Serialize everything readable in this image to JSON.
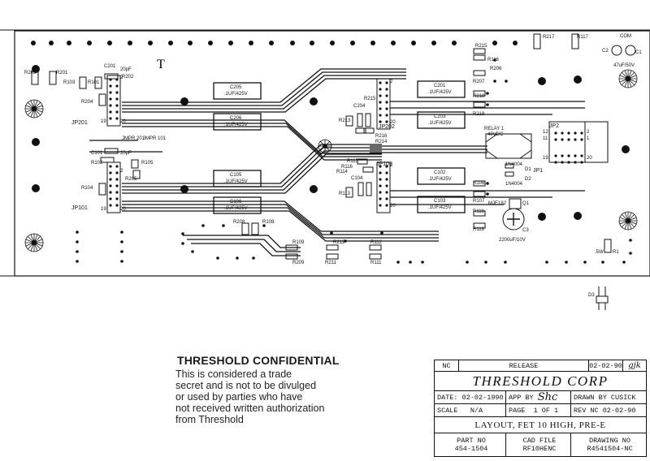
{
  "board": {
    "marker": "T",
    "labels": {
      "r203": "R203",
      "r201": "R201",
      "r103": "R103",
      "r101": "R101",
      "c201": "C201",
      "c201v": "20pF",
      "r202": "R202",
      "r204": "R204",
      "jp201": "JP201",
      "jmpr201": "JMPR 201",
      "jmpr101": "JMPR 101",
      "c101": "C101",
      "c101v": "20pF",
      "r102": "R102",
      "r105": "R105",
      "r205": "R205",
      "r104": "R104",
      "jp101": "JP101",
      "c205": "C205",
      "c205v": ".1UF/425V",
      "c206": "C206",
      "c206v": ".1UF/425V",
      "c105": "C105",
      "c105v": ".1UF/425V",
      "c106": "C106",
      "c106v": ".1UF/425V",
      "c201b": "C201",
      "c201bv": ".1UF/425V",
      "c203": "C203",
      "c203v": ".1UF/425V",
      "c102": "C102",
      "c102v": ".1UF/425V",
      "c103": "C103",
      "c103v": ".1UF/425V",
      "r215": "R215",
      "c204": "C204",
      "r213": "R213",
      "jp202": "JP202",
      "r216": "R216",
      "r214": "R214",
      "r115": "R115",
      "r116": "R116",
      "r114": "R114",
      "jp102": "JP102",
      "c104": "C104",
      "r113": "R113",
      "r218": "R218",
      "r219": "R219",
      "r106": "R106",
      "r107": "R107",
      "r118": "R118",
      "r119": "R119",
      "r206": "R206",
      "r207": "R207",
      "r215t": "R215",
      "r116t": "R116",
      "r217": "R217",
      "r117": "R117",
      "com": "COM",
      "c2": "C2",
      "c1": "C1",
      "c12v": "47uF/50V",
      "relay": "RELAY 1",
      "relayv": "48VDC",
      "jp2": "JP2",
      "jp1": "JP1",
      "d1": "D1",
      "d2": "D2",
      "d1t": "1N4004",
      "d2t": "1N4004",
      "mje": "MJE182",
      "q1": "Q1",
      "c3": "C3",
      "c3v": "2200uF/10V",
      "r208": "R208",
      "r108": "R108",
      "r109": "R109",
      "r209": "R209",
      "r212": "R212",
      "r211": "R211",
      "r112": "R112",
      "r111": "R111",
      "r1": "R1",
      "r1t": ".5W",
      "d3": "D3",
      "n2a": "2",
      "n20a": "20",
      "n19a": "19",
      "n2b": "2",
      "n20b": "20",
      "n19b": "19",
      "n2c": "2",
      "n20c": "20",
      "n2d": "2",
      "n20d": "20",
      "n12": "12",
      "n11": "11",
      "n2e": "2",
      "n1": "1",
      "n20e": "20",
      "n19e": "19"
    }
  },
  "confidential": {
    "title": "THRESHOLD CONFIDENTIAL",
    "lines": [
      "This is considered a trade",
      "secret and is not to be divulged",
      "or used by parties who have",
      "not received written authorization",
      "from Threshold"
    ]
  },
  "title_block": {
    "rev_code": "NC",
    "release_label": "RELEASE",
    "release_date": "02-02-90",
    "release_initials": "gjk",
    "company": "THRESHOLD CORP",
    "date_label": "DATE:",
    "date": "02-02-1990",
    "app_by_label": "APP BY",
    "app_by": "Shc",
    "drawn_by": "DRAWN BY CUSICK",
    "scale_label": "SCALE",
    "scale": "N/A",
    "page_label": "PAGE",
    "page": "1 OF 1",
    "rev": "REV NC 02-02-90",
    "title": "LAYOUT, FET 10 HIGH, PRE-E",
    "part_no_label": "PART NO",
    "part_no": "454-1504",
    "cad_label": "CAD FILE",
    "cad": "RF10HENC",
    "drawing_label": "DRAWING NO",
    "drawing": "R4541504-NC"
  }
}
